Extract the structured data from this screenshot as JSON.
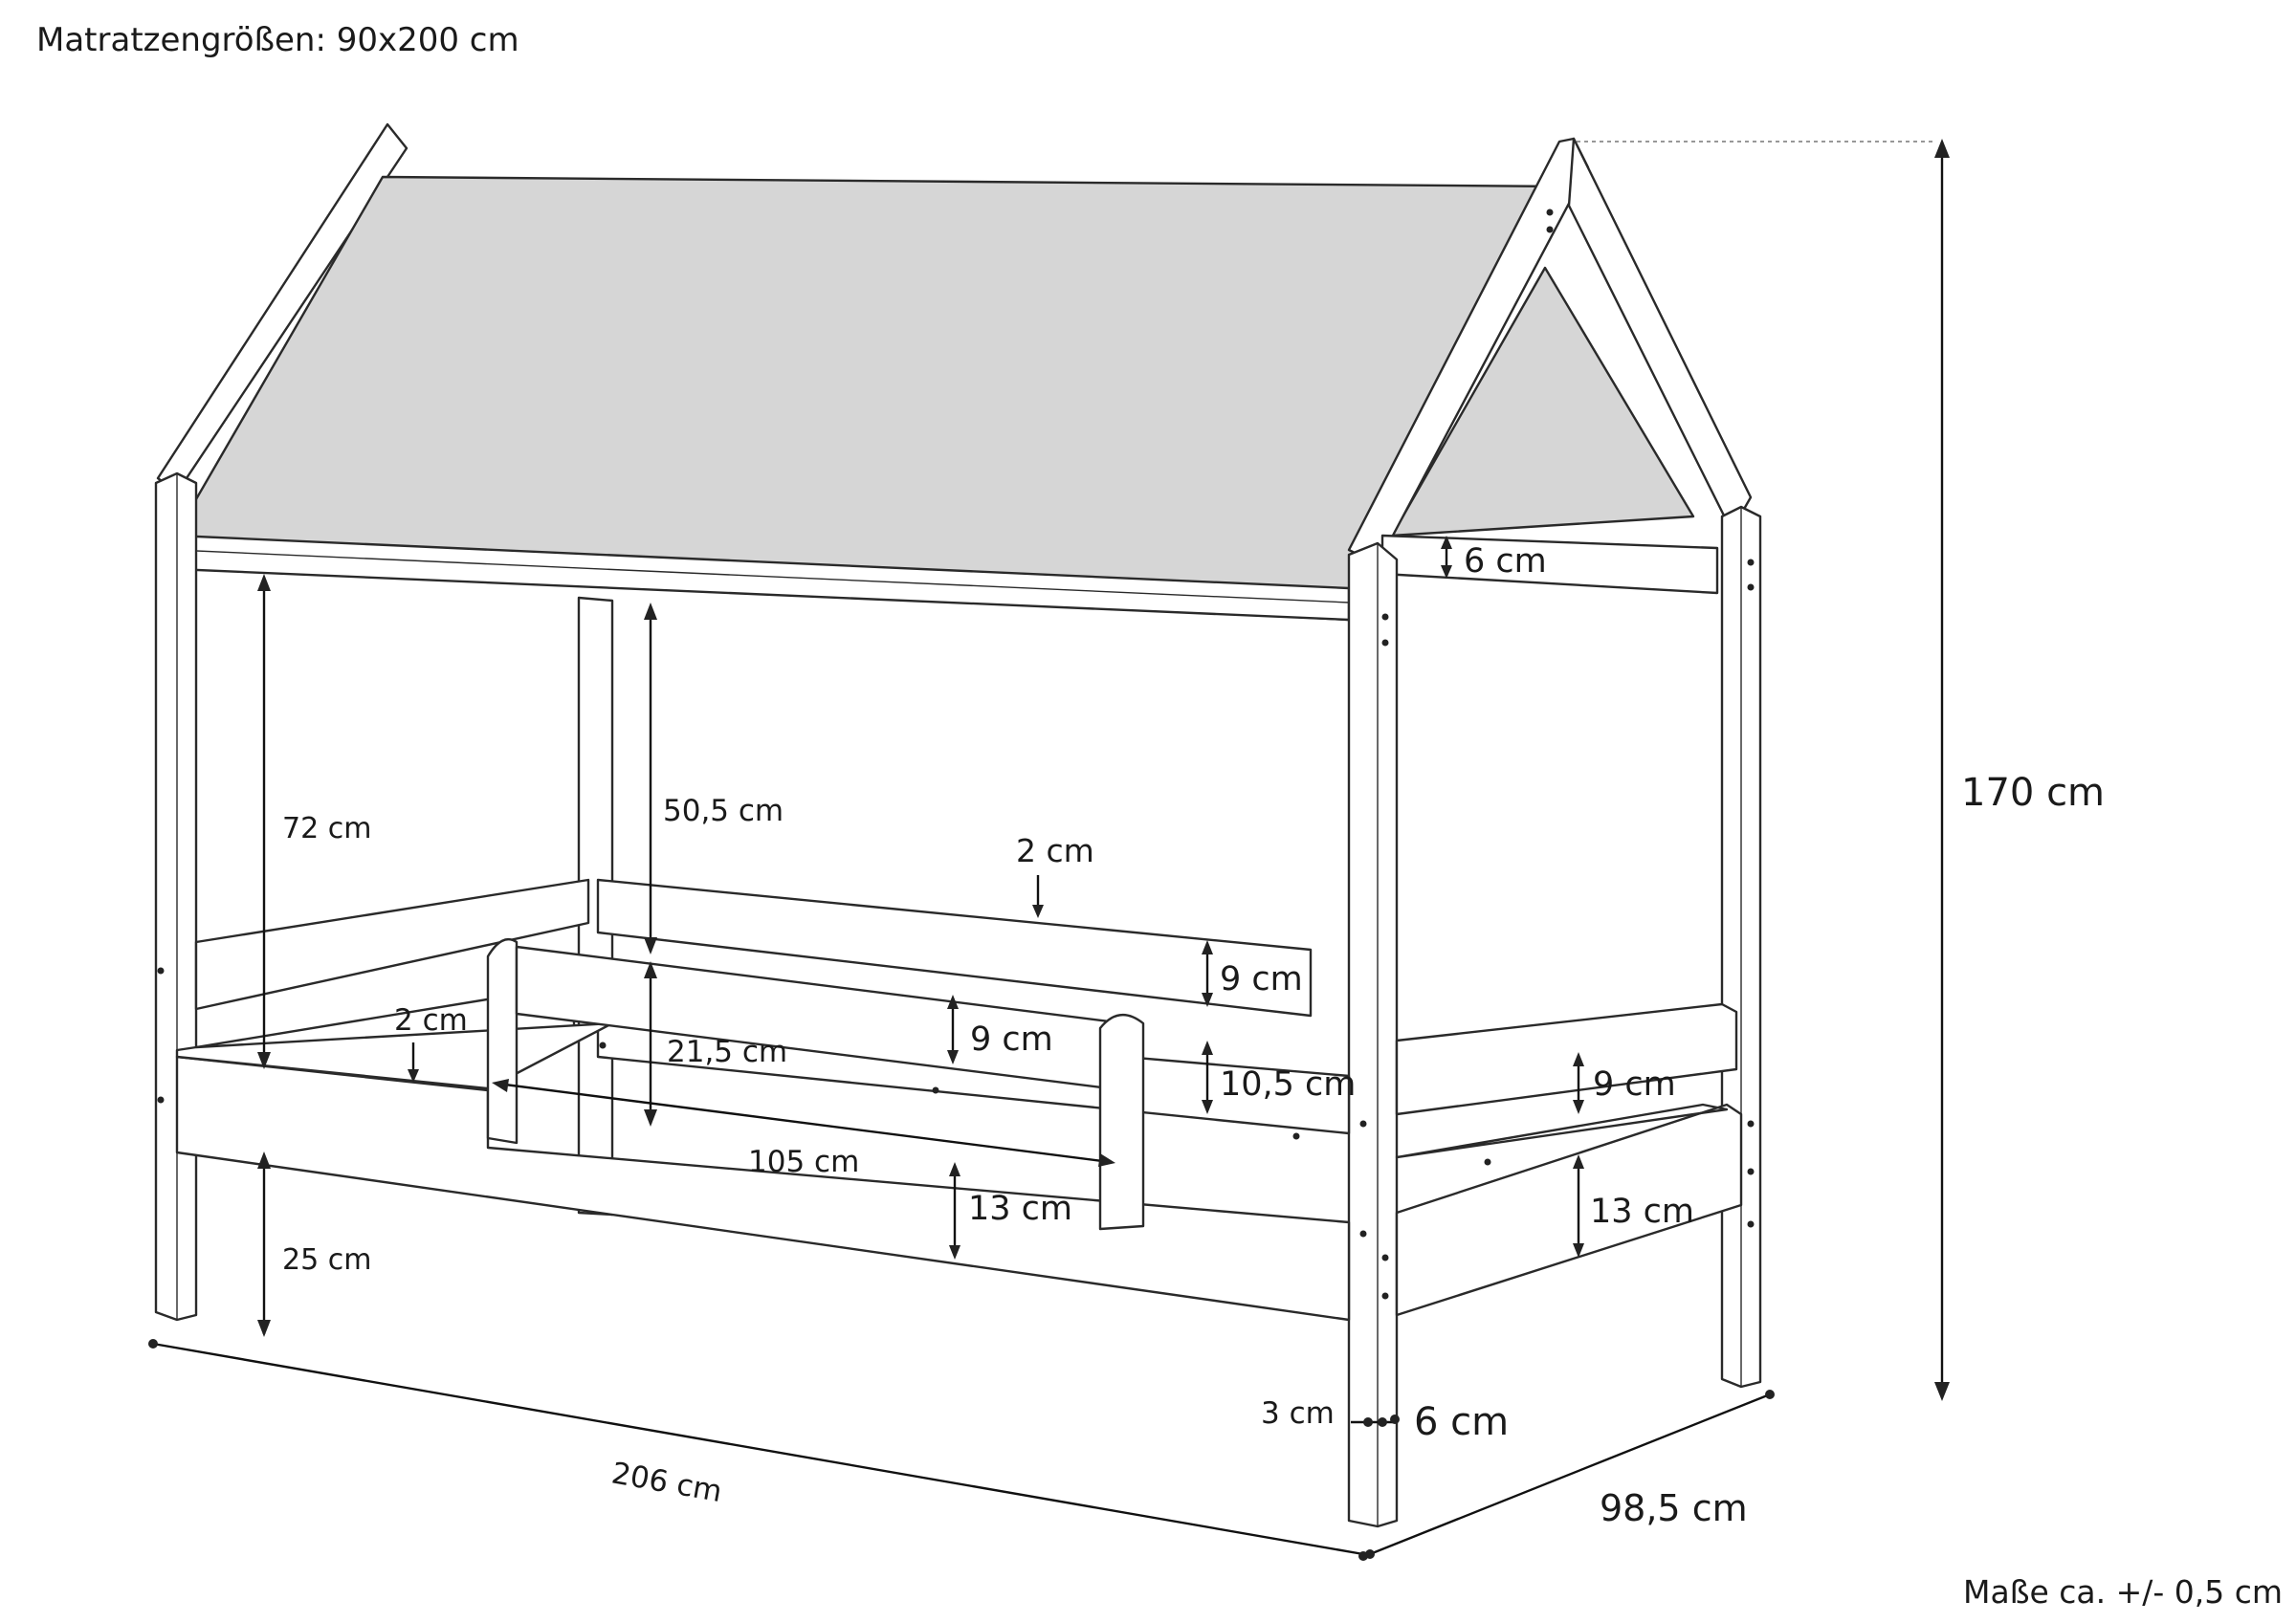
{
  "header": {
    "mattress": "Matratzengrößen: 90x200 cm",
    "tolerance": "Maße ca. +/- 0,5 cm"
  },
  "dimensions": {
    "total_height": "170 cm",
    "length": "206 cm",
    "width": "98,5 cm",
    "leg_height": "25 cm",
    "inner_height_front": "72 cm",
    "inner_height_back": "50,5 cm",
    "roof_beam": "6 cm",
    "slat_gap_top": "2 cm",
    "slat_gap_left": "2 cm",
    "back_rail": "9 cm",
    "guard_rail": "9 cm",
    "mid_rail": "10,5 cm",
    "end_rail": "9 cm",
    "side_board": "13 cm",
    "end_board": "13 cm",
    "mattress_top": "21,5 cm",
    "guard_length": "105 cm",
    "post_offset": "3 cm",
    "post_width": "6 cm"
  }
}
